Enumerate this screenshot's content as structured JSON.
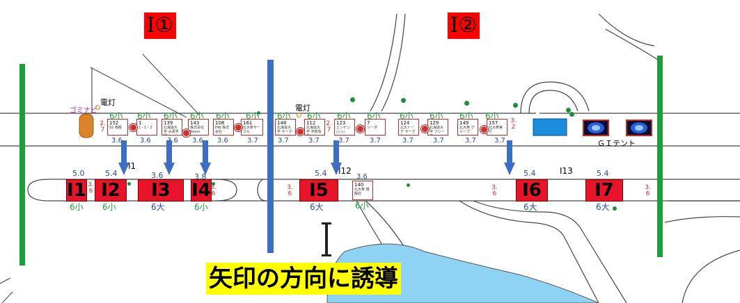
{
  "sections": {
    "left_label": "Ⅰ①",
    "right_label": "Ⅰ②"
  },
  "landmarks": {
    "light_left": "電灯",
    "light_right": "電灯",
    "garbage_station": "ゴミナビ",
    "gi_tent": "ＧＩテント"
  },
  "zones": [
    {
      "id": "I1",
      "label": "I1",
      "top_dim": "5.0",
      "bottom_size": "6小",
      "color": "green"
    },
    {
      "id": "I2",
      "label": "I2",
      "top_dim": "5.4",
      "bottom_size": "6小",
      "color": "green"
    },
    {
      "id": "I3",
      "label": "I3",
      "top_dim": "3.6",
      "bottom_size": "6大",
      "color": "blue"
    },
    {
      "id": "I4",
      "label": "I4",
      "top_dim": "3.8",
      "bottom_size": "6小",
      "color": "green"
    },
    {
      "id": "I5",
      "label": "I5",
      "top_dim": "5.4",
      "bottom_size": "6大",
      "color": "blue"
    },
    {
      "id": "I6",
      "label": "I6",
      "top_dim": "5.4",
      "bottom_size": "6大",
      "color": "blue"
    },
    {
      "id": "I7",
      "label": "I7",
      "top_dim": "5.4",
      "bottom_size": "6大",
      "color": "blue"
    }
  ],
  "road_labels": {
    "i1": "I1",
    "i12": "I12",
    "i13": "I13"
  },
  "top_booths": [
    {
      "num": "152",
      "text": "SS 物販",
      "size": "6小",
      "dim": "3.6"
    },
    {
      "num": "1",
      "text": "1・1・2",
      "size": "6小",
      "dim": "3.6"
    },
    {
      "num": "139",
      "text": "北海道大学 水素学部",
      "size": "6小",
      "dim": "3.6"
    },
    {
      "num": "143",
      "text": "株式会社 Room",
      "size": "6小",
      "dim": "3.6"
    },
    {
      "num": "108",
      "text": "HW 株式会社",
      "size": "6小",
      "dim": "3.6"
    },
    {
      "num": "161",
      "text": "北大祭サークル",
      "size": "6小",
      "dim": "3.7"
    },
    {
      "num": "148",
      "text": "北海道大学 サークル",
      "size": "6小",
      "dim": "3.7"
    },
    {
      "num": "112",
      "text": "北海道大学 学部有志",
      "size": "6小",
      "dim": "3.7"
    },
    {
      "num": "123",
      "text": "エンゲン ○○○",
      "size": "6小",
      "dim": "3.7"
    },
    {
      "num": "7",
      "text": "ソーダ",
      "size": "6小",
      "dim": "3.7"
    },
    {
      "num": "124",
      "text": "北大トーク サークル",
      "size": "6小",
      "dim": "3.7"
    },
    {
      "num": "129",
      "text": "北海道大学 ブレーダー",
      "size": "6小",
      "dim": "3.7"
    },
    {
      "num": "149",
      "text": "北大祭 グループ",
      "size": "6小",
      "dim": "3.7"
    },
    {
      "num": "157",
      "text": "北大祭実行",
      "size": "6小",
      "dim": "3.7"
    }
  ],
  "extra_dims": {
    "left_vertical": "2.7",
    "mid_vertical": "2.7",
    "right_vertical": "3.2",
    "row_left": "3.6",
    "row_i5": "3.6",
    "row_i6": "3.6",
    "row_i7": "3.6",
    "i4_side": "3.6",
    "i1_side": "3.6",
    "booth140_dim": "3.6"
  },
  "booth_140": {
    "num": "140",
    "text": "北大祭 模擬店",
    "size": "6小"
  },
  "guide_text": "矢印の方向に誘導"
}
